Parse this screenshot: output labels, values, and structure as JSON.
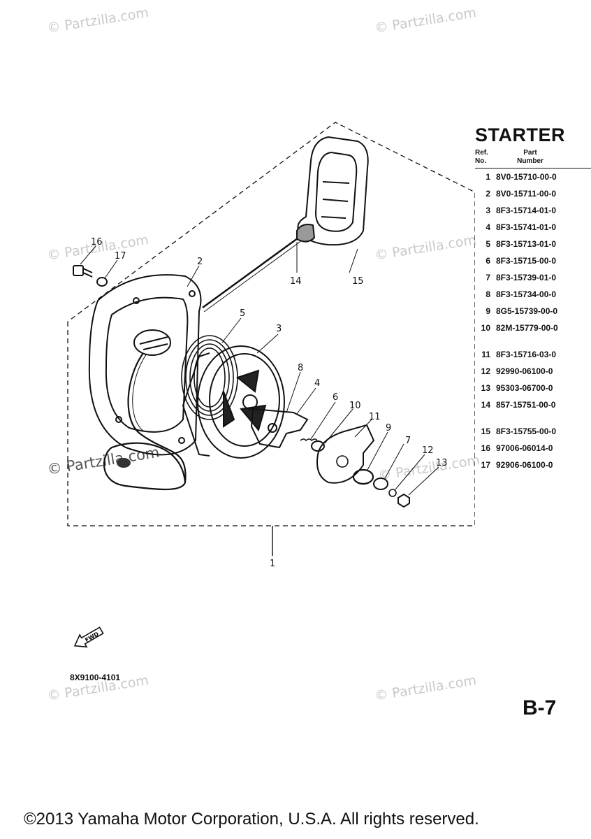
{
  "watermark": "© Partzilla.com",
  "title": "STARTER",
  "headers": {
    "ref": "Ref.\nNo.",
    "part": "Part\nNumber"
  },
  "parts": [
    {
      "ref": "1",
      "part": "8V0-15710-00-0"
    },
    {
      "ref": "2",
      "part": "8V0-15711-00-0"
    },
    {
      "ref": "3",
      "part": "8F3-15714-01-0"
    },
    {
      "ref": "4",
      "part": "8F3-15741-01-0"
    },
    {
      "ref": "5",
      "part": "8F3-15713-01-0"
    },
    {
      "ref": "6",
      "part": "8F3-15715-00-0"
    },
    {
      "ref": "7",
      "part": "8F3-15739-01-0"
    },
    {
      "ref": "8",
      "part": "8F3-15734-00-0"
    },
    {
      "ref": "9",
      "part": "8G5-15739-00-0"
    },
    {
      "ref": "10",
      "part": "82M-15779-00-0"
    },
    {
      "ref": "11",
      "part": "8F3-15716-03-0"
    },
    {
      "ref": "12",
      "part": "92990-06100-0"
    },
    {
      "ref": "13",
      "part": "95303-06700-0"
    },
    {
      "ref": "14",
      "part": "857-15751-00-0"
    },
    {
      "ref": "15",
      "part": "8F3-15755-00-0"
    },
    {
      "ref": "16",
      "part": "97006-06014-0"
    },
    {
      "ref": "17",
      "part": "92906-06100-0"
    }
  ],
  "callouts": [
    "1",
    "2",
    "3",
    "4",
    "5",
    "6",
    "7",
    "8",
    "9",
    "10",
    "11",
    "12",
    "13",
    "14",
    "15",
    "16",
    "17"
  ],
  "fwd_label": "FWD",
  "drawing_number": "8X9100-4101",
  "page_label": "B-7",
  "copyright": "©2013 Yamaha Motor Corporation, U.S.A. All rights reserved."
}
